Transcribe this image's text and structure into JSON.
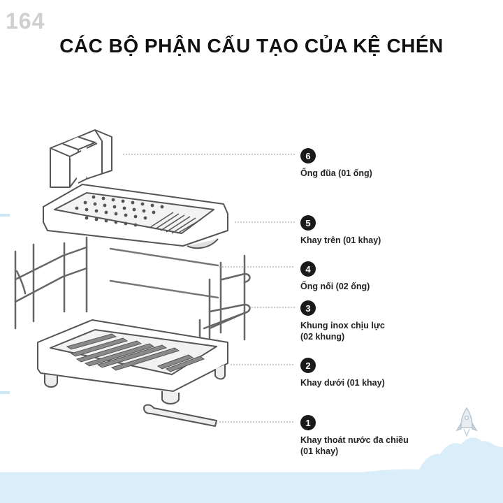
{
  "watermark": "164",
  "title": "CÁC BỘ PHẬN CẤU TẠO CỦA KỆ CHÉN",
  "colors": {
    "sky": "#d9eef9",
    "ink": "#1a1a1a",
    "watermark": "#cfcfcf"
  },
  "parts": [
    {
      "number": "6",
      "label": "Ống đũa (01 ống)"
    },
    {
      "number": "5",
      "label": "Khay trên (01 khay)"
    },
    {
      "number": "4",
      "label": "Ống nối (02 ống)"
    },
    {
      "number": "3",
      "label": "Khung inox chịu lực",
      "label2": "(02 khung)"
    },
    {
      "number": "2",
      "label": "Khay dưới (01 khay)"
    },
    {
      "number": "1",
      "label": "Khay thoát nước đa chiều",
      "label2": "(01 khay)"
    }
  ]
}
